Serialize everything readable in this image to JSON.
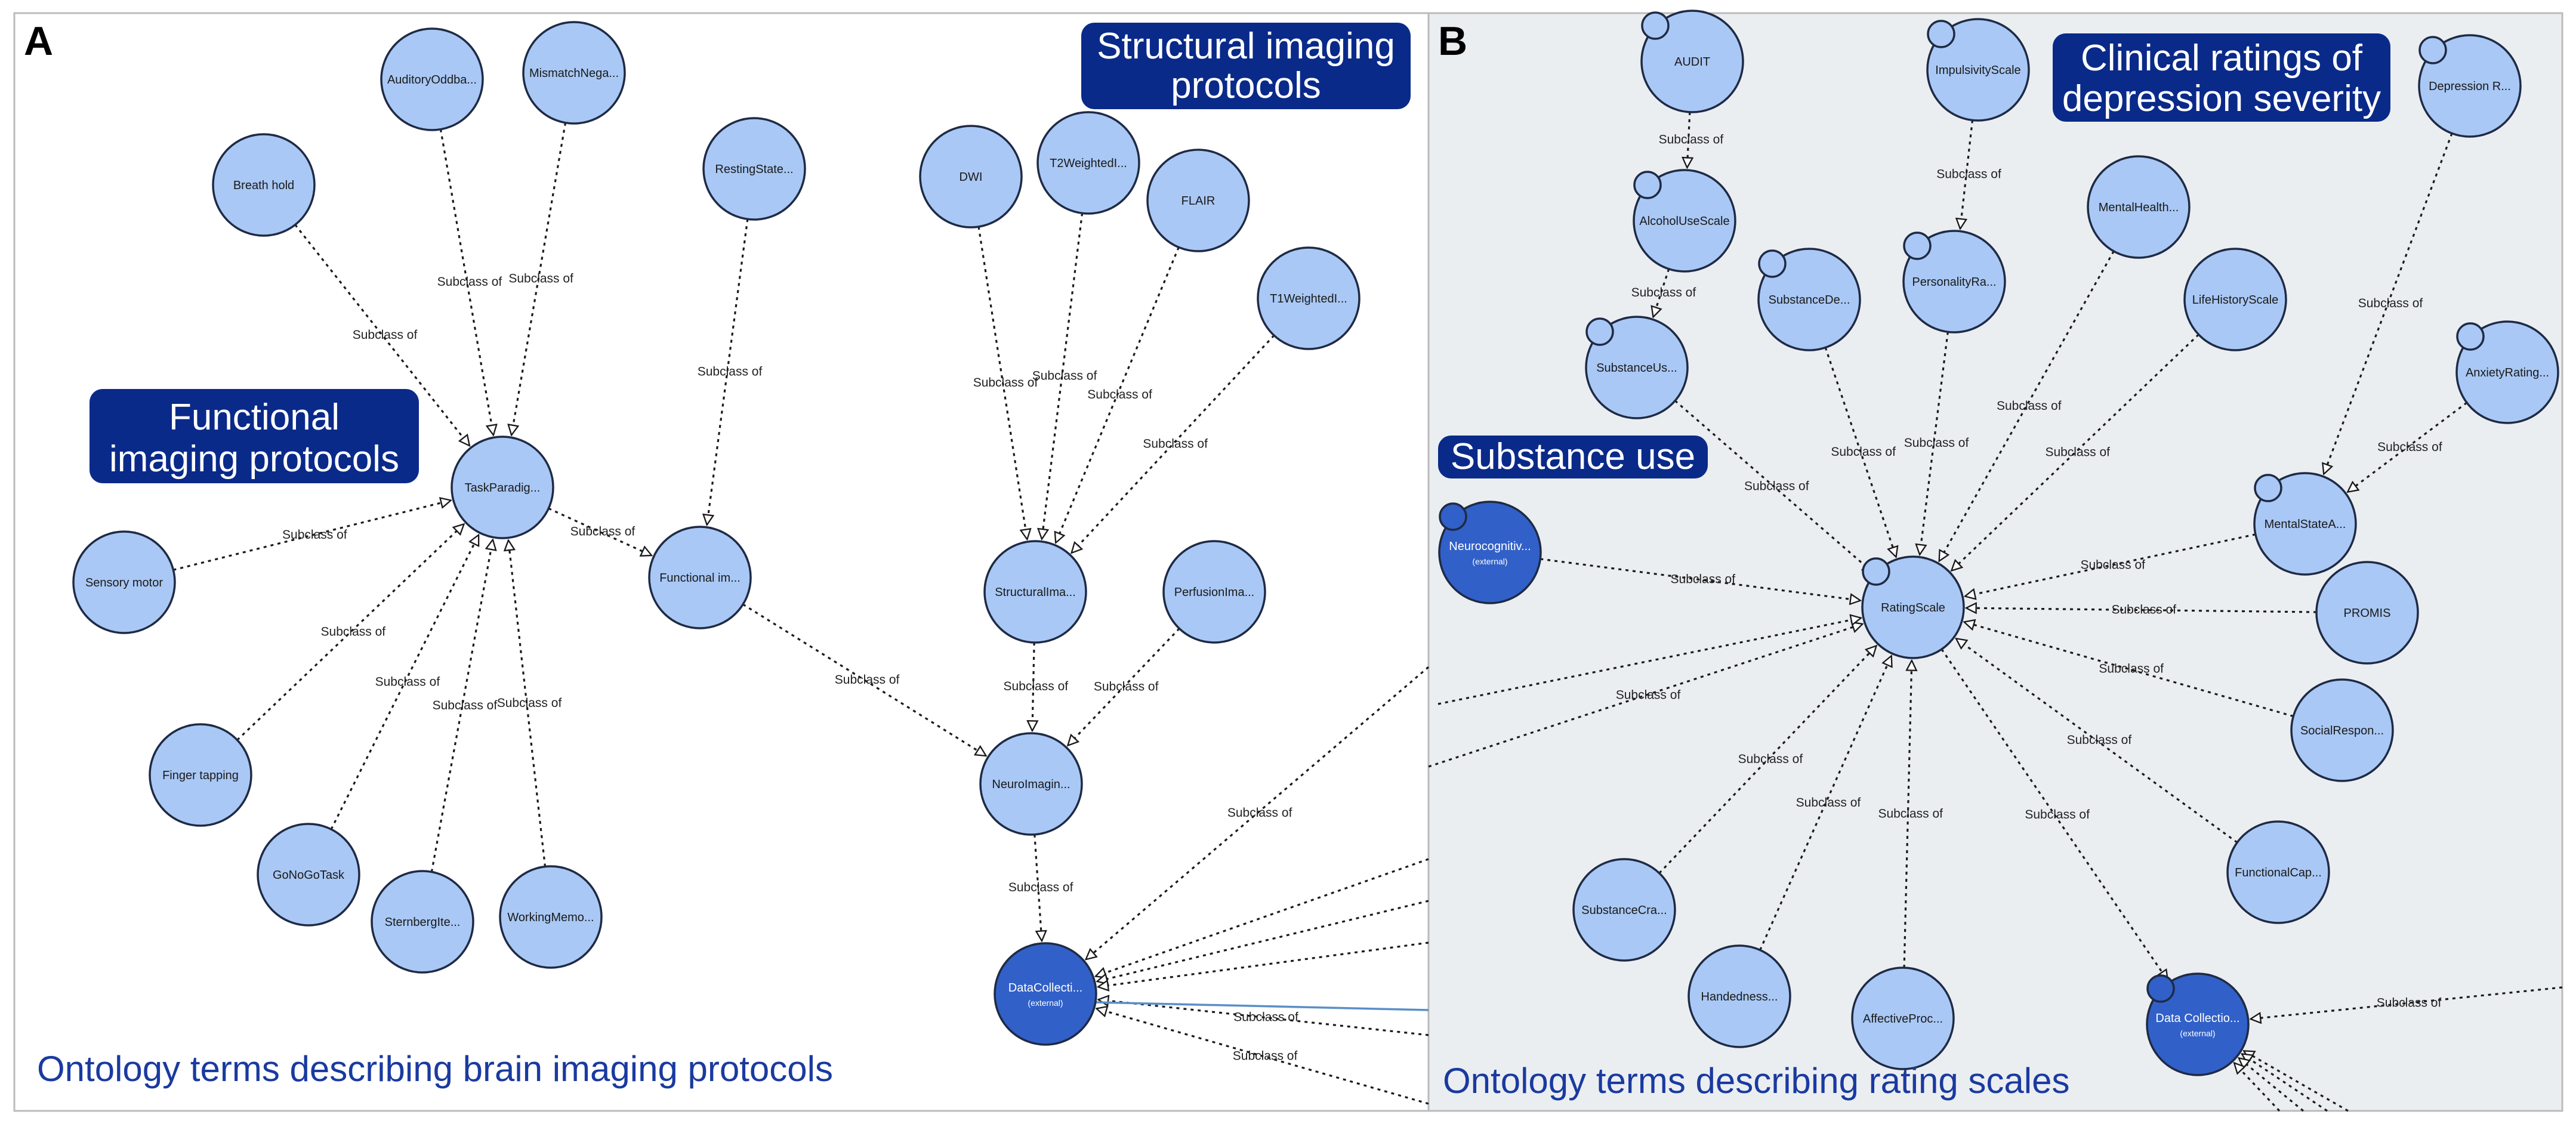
{
  "panels": {
    "a": {
      "letter": "A",
      "caption": "Ontology terms describing brain imaging protocols",
      "callouts": {
        "functional": [
          "Functional",
          "imaging protocols"
        ],
        "structural": [
          "Structural imaging",
          "protocols"
        ]
      }
    },
    "b": {
      "letter": "B",
      "caption": "Ontology terms describing rating scales",
      "callouts": {
        "clinical": [
          "Clinical ratings of",
          "depression severity"
        ],
        "substance": [
          "Substance use"
        ]
      }
    }
  },
  "edge_label": "Subclass of",
  "nodes": {
    "breath_hold": "Breath hold",
    "auditory_oddball": "AuditoryOddba...",
    "mismatch_neg": "MismatchNega...",
    "resting_state": "RestingState...",
    "task_paradigm": "TaskParadig...",
    "sensory_motor": "Sensory motor",
    "finger_tapping": "Finger tapping",
    "gonogo": "GoNoGoTask",
    "sternberg": "SternbergIte...",
    "working_memory": "WorkingMemo...",
    "functional_im": "Functional im...",
    "dwi": "DWI",
    "t2": "T2WeightedI...",
    "flair": "FLAIR",
    "t1": "T1WeightedI...",
    "structural_ima": "StructuralIma...",
    "perfusion_ima": "PerfusionIma...",
    "neuroimaging": "NeuroImagin...",
    "data_collection_a": "DataCollecti...",
    "external": "(external)",
    "audit": "AUDIT",
    "impulsivity": "ImpulsivityScale",
    "depression_r": "Depression R...",
    "alcohol_use": "AlcoholUseScale",
    "mental_health": "MentalHealth...",
    "substance_de": "SubstanceDe...",
    "personality_ra": "PersonalityRa...",
    "life_history": "LifeHistoryScale",
    "substance_us": "SubstanceUs...",
    "anxiety_rating": "AnxietyRating...",
    "neurocognitive": "Neurocognitiv...",
    "mental_state": "MentalStateA...",
    "rating_scale": "RatingScale",
    "promis": "PROMIS",
    "social_respon": "SocialRespon...",
    "substance_cra": "SubstanceCra...",
    "functional_cap": "FunctionalCap...",
    "handedness": "Handedness...",
    "affective_proc": "AffectiveProc...",
    "data_collection_b": "Data Collectio..."
  },
  "colors": {
    "light_node": "#a9c8f5",
    "dark_node": "#3160c8",
    "callout": "#0a2a8a",
    "caption": "#1a3aa0",
    "pin": "#e3141b",
    "panel_b_background": "#ebeef1"
  }
}
